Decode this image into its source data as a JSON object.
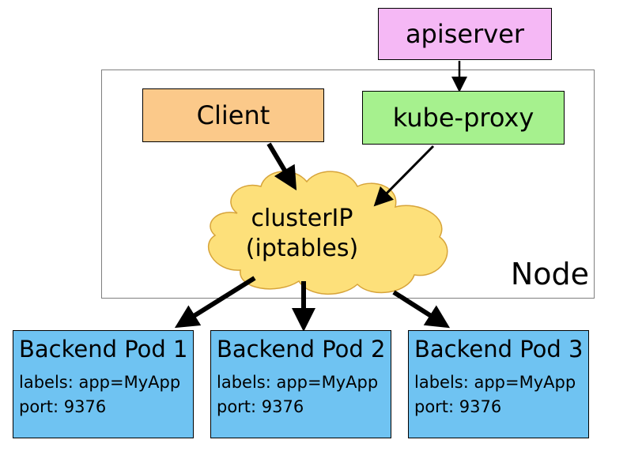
{
  "apiserver": {
    "label": "apiserver"
  },
  "client": {
    "label": "Client"
  },
  "kube_proxy": {
    "label": "kube-proxy"
  },
  "cluster_ip": {
    "line1": "clusterIP",
    "line2": "(iptables)"
  },
  "node": {
    "label": "Node"
  },
  "pods": [
    {
      "title": "Backend Pod 1",
      "labels": "labels: app=MyApp",
      "port": "port: 9376"
    },
    {
      "title": "Backend Pod 2",
      "labels": "labels: app=MyApp",
      "port": "port: 9376"
    },
    {
      "title": "Backend Pod 3",
      "labels": "labels: app=MyApp",
      "port": "port: 9376"
    }
  ],
  "colors": {
    "apiserver": "#f5b8f5",
    "client": "#fbc98a",
    "kube_proxy": "#a6f18e",
    "cluster_ip": "#fde07a",
    "pod": "#6fc3f2"
  }
}
